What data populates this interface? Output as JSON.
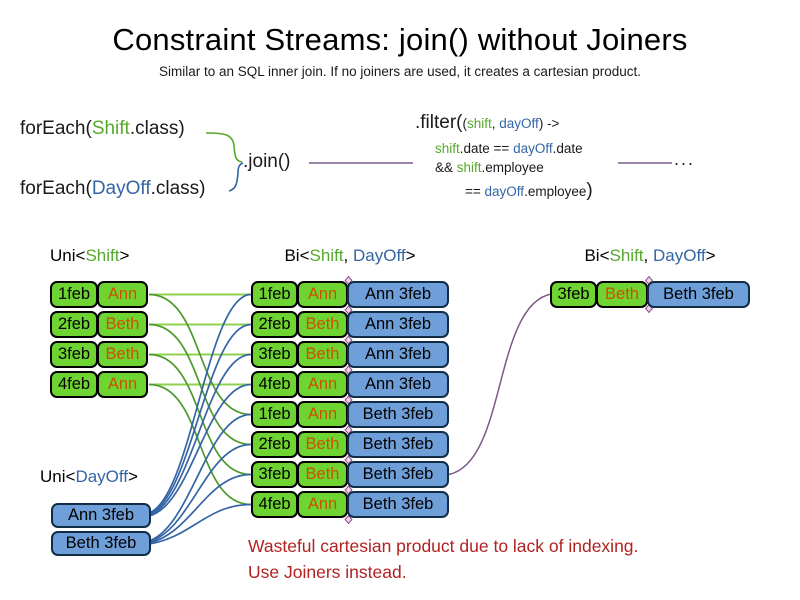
{
  "slide": {
    "title": "Constraint Streams: join() without Joiners",
    "subtitle": "Similar to an SQL inner join. If no joiners are used, it creates a cartesian product."
  },
  "code": {
    "foreach_shift": {
      "fn": "forEach(",
      "cls": "Shift",
      "end": ".class)"
    },
    "foreach_dayoff": {
      "fn": "forEach(",
      "cls": "DayOff",
      "end": ".class)"
    },
    "join_label": ".join()",
    "filter": {
      "head": ".filter(",
      "p_open": "(",
      "p1": "shift",
      "p_sep": ", ",
      "p2": "dayOff",
      "p_close": ") ->",
      "l2_a": "shift",
      "l2_b": ".date == ",
      "l2_c": "dayOff",
      "l2_d": ".date",
      "l3_a": "&& ",
      "l3_b": "shift",
      "l3_c": ".employee",
      "l4_a": "== ",
      "l4_b": "dayOff",
      "l4_c": ".employee",
      "l4_close": ")"
    },
    "ellipsis": "..."
  },
  "labels": {
    "uni_shift": {
      "pre": "Uni<",
      "t1": "Shift",
      "post": ">"
    },
    "bi_mid": {
      "pre": "Bi<",
      "t1": "Shift",
      "sep": ", ",
      "t2": "DayOff",
      "post": ">"
    },
    "bi_right": {
      "pre": "Bi<",
      "t1": "Shift",
      "sep": ", ",
      "t2": "DayOff",
      "post": ">"
    },
    "uni_dayoff": {
      "pre": "Uni<",
      "t1": "DayOff",
      "post": ">"
    }
  },
  "shift_table": {
    "rows": [
      {
        "date": "1feb",
        "employee": "Ann"
      },
      {
        "date": "2feb",
        "employee": "Beth"
      },
      {
        "date": "3feb",
        "employee": "Beth"
      },
      {
        "date": "4feb",
        "employee": "Ann"
      }
    ]
  },
  "dayoff_list": {
    "items": [
      "Ann 3feb",
      "Beth 3feb"
    ]
  },
  "pair_table": {
    "rows": [
      {
        "date": "1feb",
        "employee": "Ann",
        "pair": "Ann 3feb"
      },
      {
        "date": "2feb",
        "employee": "Beth",
        "pair": "Ann 3feb"
      },
      {
        "date": "3feb",
        "employee": "Beth",
        "pair": "Ann 3feb"
      },
      {
        "date": "4feb",
        "employee": "Ann",
        "pair": "Ann 3feb"
      },
      {
        "date": "1feb",
        "employee": "Ann",
        "pair": "Beth 3feb"
      },
      {
        "date": "2feb",
        "employee": "Beth",
        "pair": "Beth 3feb"
      },
      {
        "date": "3feb",
        "employee": "Beth",
        "pair": "Beth 3feb"
      },
      {
        "date": "4feb",
        "employee": "Ann",
        "pair": "Beth 3feb"
      }
    ]
  },
  "result_row": {
    "date": "3feb",
    "employee": "Beth",
    "pair": "Beth 3feb"
  },
  "note": {
    "line1": "Wasteful cartesian product due to lack of indexing.",
    "line2": "Use Joiners instead."
  },
  "colors": {
    "shift_green": "#56a82c",
    "dayoff_blue": "#3465a4",
    "box_green": "#6ed431",
    "box_blue": "#6f9fd8",
    "employee_orange": "#cc5200",
    "note_red": "#b22222",
    "line_purple": "#7a5a87",
    "line_green_light": "#8fd14f",
    "line_green_dark": "#4e9a2e",
    "line_blue": "#3465a4"
  }
}
